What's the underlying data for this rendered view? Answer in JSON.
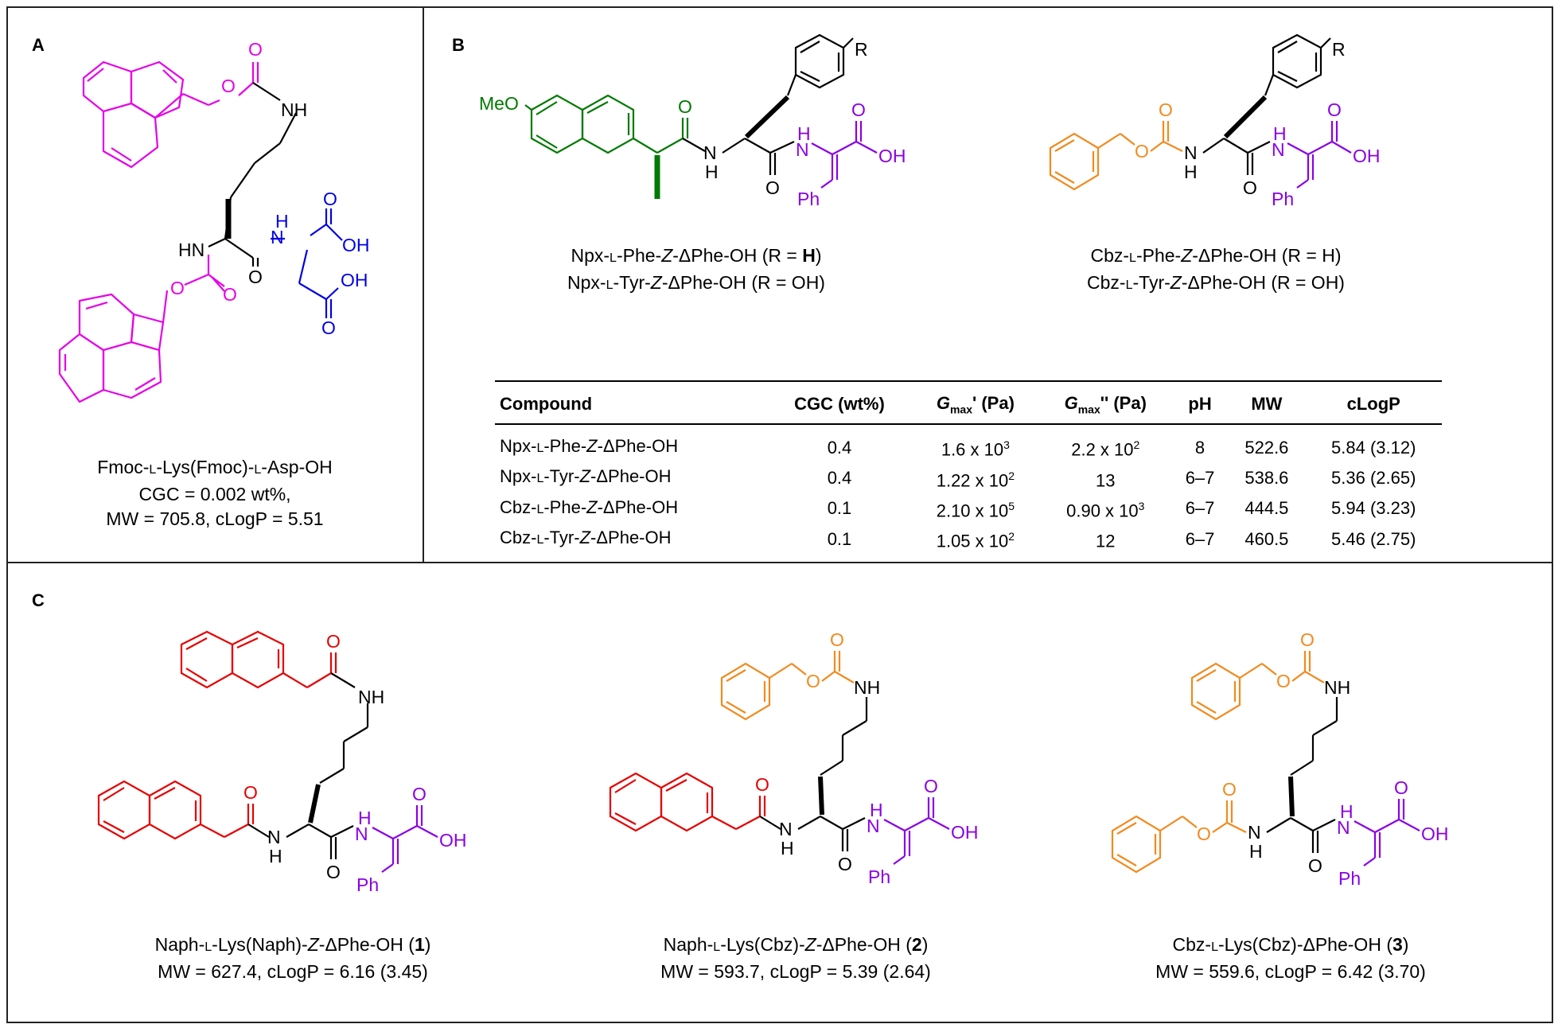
{
  "panels": {
    "a": {
      "label": "A",
      "compound": {
        "name_parts": [
          "Fmoc-",
          "L",
          "-Lys(Fmoc)-",
          "L",
          "-Asp-OH"
        ],
        "line2": "CGC = 0.002 wt%,",
        "line3": "MW = 705.8, cLogP = 5.51"
      },
      "atoms": {
        "O": "O",
        "NH": "NH",
        "HN": "HN",
        "N": "N",
        "H": "H",
        "OH": "OH"
      }
    },
    "b": {
      "label": "B",
      "structure1": {
        "substituent": "R",
        "methoxy": "MeO",
        "phenyl": "Ph",
        "caption1_parts": [
          "Npx-",
          "L",
          "-Phe-",
          "Z",
          "-ΔPhe-OH (R = ",
          "H",
          ")"
        ],
        "caption2_parts": [
          "Npx-",
          "L",
          "-Tyr-",
          "Z",
          "-ΔPhe-OH (R = OH)"
        ]
      },
      "structure2": {
        "substituent": "R",
        "phenyl": "Ph",
        "caption1_parts": [
          "Cbz-",
          "L",
          "-Phe-",
          "Z",
          "-ΔPhe-OH (R = H)"
        ],
        "caption2_parts": [
          "Cbz-",
          "L",
          "-Tyr-",
          "Z",
          "-ΔPhe-OH (R = OH)"
        ]
      },
      "table": {
        "headers": {
          "compound": "Compound",
          "cgc": "CGC (wt%)",
          "g1_main": "G",
          "g1_sub": "max",
          "g1_tail": "' (Pa)",
          "g2_main": "G",
          "g2_sub": "max",
          "g2_tail": "'' (Pa)",
          "ph": "pH",
          "mw": "MW",
          "clogp": "cLogP"
        },
        "rows": [
          {
            "name_parts": [
              "Npx-",
              "L",
              "-Phe-",
              "Z",
              "-ΔPhe-OH"
            ],
            "cgc": "0.4",
            "g1": "1.6 x 10",
            "g1_exp": "3",
            "g2": "2.2 x 10",
            "g2_exp": "2",
            "ph": "8",
            "mw": "522.6",
            "clogp": "5.84 (3.12)"
          },
          {
            "name_parts": [
              "Npx-",
              "L",
              "-Tyr-",
              "Z",
              "-ΔPhe-OH"
            ],
            "cgc": "0.4",
            "g1": "1.22 x 10",
            "g1_exp": "2",
            "g2": "13",
            "g2_exp": "",
            "ph": "6–7",
            "mw": "538.6",
            "clogp": "5.36 (2.65)"
          },
          {
            "name_parts": [
              "Cbz-",
              "L",
              "-Phe-",
              "Z",
              "-ΔPhe-OH"
            ],
            "cgc": "0.1",
            "g1": "2.10 x 10",
            "g1_exp": "5",
            "g2": "0.90 x 10",
            "g2_exp": "3",
            "ph": "6–7",
            "mw": "444.5",
            "clogp": "5.94 (3.23)"
          },
          {
            "name_parts": [
              "Cbz-",
              "L",
              "-Tyr-",
              "Z",
              "-ΔPhe-OH"
            ],
            "cgc": "0.1",
            "g1": "1.05 x 10",
            "g1_exp": "2",
            "g2": "12",
            "g2_exp": "",
            "ph": "6–7",
            "mw": "460.5",
            "clogp": "5.46 (2.75)"
          }
        ]
      }
    },
    "c": {
      "label": "C",
      "compound1": {
        "name_parts": [
          "Naph-",
          "L",
          "-Lys(Naph)-",
          "Z",
          "-ΔPhe-OH (",
          "1",
          ")"
        ],
        "line2": "MW = 627.4, cLogP = 6.16 (3.45)"
      },
      "compound2": {
        "name_parts": [
          "Naph-",
          "L",
          "-Lys(Cbz)-",
          "Z",
          "-ΔPhe-OH (",
          "2",
          ")"
        ],
        "line2": "MW = 593.7, cLogP = 5.39 (2.64)"
      },
      "compound3": {
        "name_parts": [
          "Cbz-",
          "L",
          "-Lys(Cbz)-ΔPhe-OH (",
          "3",
          ")"
        ],
        "line2": "MW = 559.6, cLogP = 6.42 (3.70)"
      },
      "phenyl": "Ph"
    }
  },
  "colors": {
    "fmoc": "#e600e6",
    "asp": "#0000e6",
    "npx": "#007a00",
    "dphe": "#8a00e6",
    "cbz": "#f28a1e",
    "naph": "#e60000",
    "backbone": "#000000"
  }
}
